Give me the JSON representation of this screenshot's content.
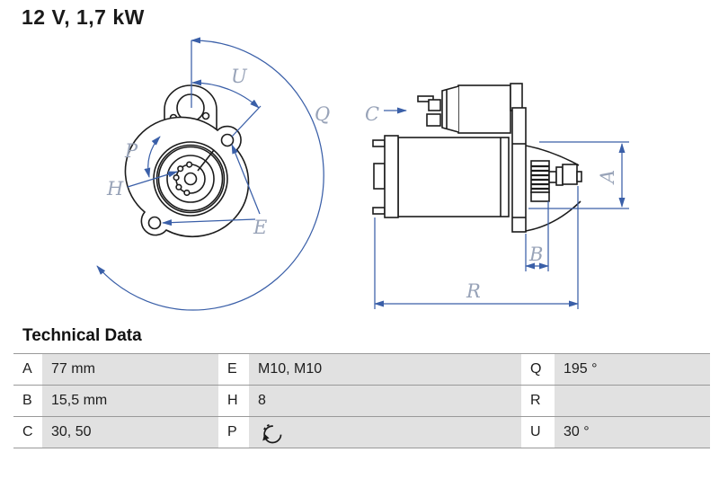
{
  "header": {
    "title": "12 V, 1,7 kW"
  },
  "drawing": {
    "front_labels": {
      "u": "U",
      "q": "Q",
      "p": "P",
      "h": "H",
      "e": "E"
    },
    "side_labels": {
      "c": "C",
      "a": "A",
      "b": "B",
      "r": "R"
    },
    "colors": {
      "dimension_blue": "#3a5fa8",
      "label_gray": "#98a3b8",
      "line_black": "#1c1c1c",
      "table_cell_gray": "#e1e1e1",
      "table_line_gray": "#999999"
    }
  },
  "table": {
    "title": "Technical Data",
    "rows": [
      [
        {
          "key": "A",
          "value": "77 mm"
        },
        {
          "key": "E",
          "value": "M10, M10"
        },
        {
          "key": "Q",
          "value": "195 °"
        }
      ],
      [
        {
          "key": "B",
          "value": "15,5 mm"
        },
        {
          "key": "H",
          "value": "8"
        },
        {
          "key": "R",
          "value": ""
        }
      ],
      [
        {
          "key": "C",
          "value": "30, 50"
        },
        {
          "key": "P",
          "value": "",
          "icon": "rotation-ccw-icon"
        },
        {
          "key": "U",
          "value": "30 °"
        }
      ]
    ]
  }
}
